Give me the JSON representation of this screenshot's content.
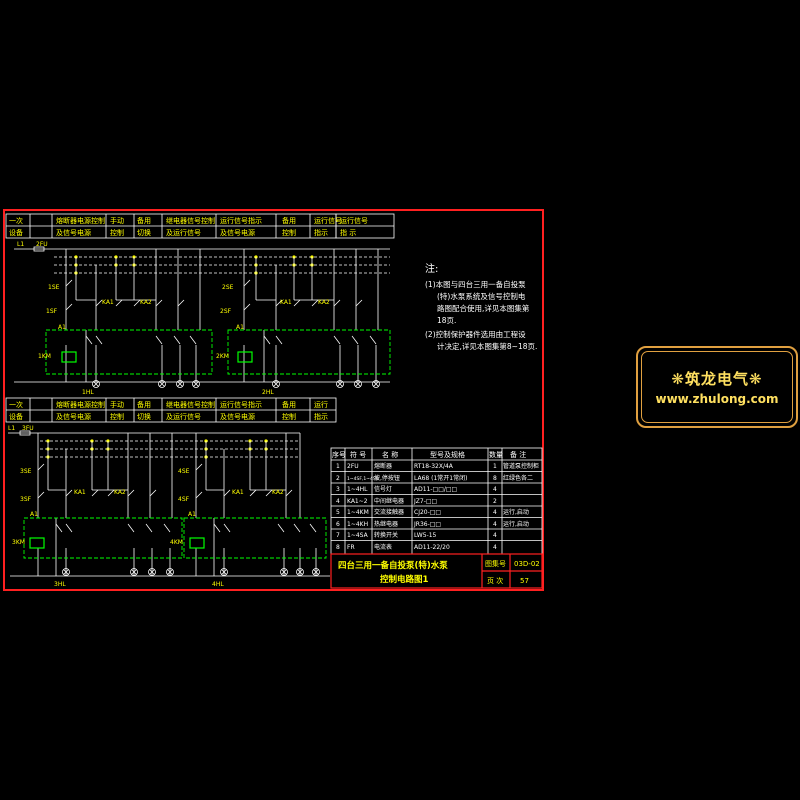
{
  "colors": {
    "frame": "#ff2020",
    "wire": "#ffffff",
    "green": "#00ff00",
    "cyan": "#00ffff",
    "yellow": "#ffff00",
    "logo": "#ffe060",
    "logo_border": "#e0a040"
  },
  "diagram": {
    "bus_label_top": "L1",
    "bus_label_top2": "2FU",
    "bus_label_bottom": "L1",
    "bus_label_bottom2": "3FU",
    "ref_a": "1SE",
    "ref_b": "1SF",
    "ref_c": "2SE",
    "ref_d": "2SF",
    "ref_e": "3SE",
    "ref_f": "3SF",
    "ref_g": "4SE",
    "ref_h": "4SF",
    "relay_1": "1KM",
    "relay_2": "2KM",
    "relay_3": "3KM",
    "relay_4": "4KM",
    "ka_labels": [
      "KA1",
      "KA2",
      "KA1",
      "KA2",
      "KA1",
      "KA2",
      "KA1",
      "KA2"
    ],
    "terminal_label": "A1",
    "hl_labels": [
      "1HL",
      "2HL",
      "3HL",
      "4HL"
    ]
  },
  "notes": {
    "title": "注:",
    "line1": "(1)本图与四台三用一备自投泵",
    "line2": "(特)水泵系统及信号控制电",
    "line3": "路图配合使用,详见本图集第",
    "line4": "18页.",
    "line5": "(2)控制保护器件选用由工程设",
    "line6": "计决定,详见本图集第8~18页."
  },
  "table": {
    "headers": [
      "序号",
      "符 号",
      "名 称",
      "型号及规格",
      "数量",
      "备 注"
    ],
    "rows": [
      [
        "1",
        "2FU",
        "熔断器",
        "RT18-32X/4A",
        "1",
        "管道泵控制柜"
      ],
      [
        "2",
        "1~4SF,1~4SE",
        "按,停按钮",
        "LA68 (1常开1常闭)",
        "8",
        "红绿色各二"
      ],
      [
        "3",
        "1~4HL",
        "信号灯",
        "AD11-□□/□□",
        "4",
        ""
      ],
      [
        "4",
        "KA1~2",
        "中间继电器",
        "JZ7-□□",
        "2",
        ""
      ],
      [
        "5",
        "1~4KM",
        "交流接触器",
        "CJ20-□□",
        "4",
        "运行,启动"
      ],
      [
        "6",
        "1~4KH",
        "热继电器",
        "JR36-□□",
        "4",
        "运行,启动"
      ],
      [
        "7",
        "1~4SA",
        "转换开关",
        "LW5-15",
        "4",
        ""
      ],
      [
        "8",
        "FR",
        "电流表",
        "AD11-22/20",
        "4",
        ""
      ]
    ],
    "title_line1": "四台三用一备自投泵(特)水泵",
    "title_line2": "控制电路图1",
    "drawing_no_label": "图集号",
    "drawing_no": "03D-02",
    "page_label": "页 次",
    "page": "57"
  },
  "logo": {
    "name": "❋筑龙电气❋",
    "url": "www.zhulong.com"
  }
}
